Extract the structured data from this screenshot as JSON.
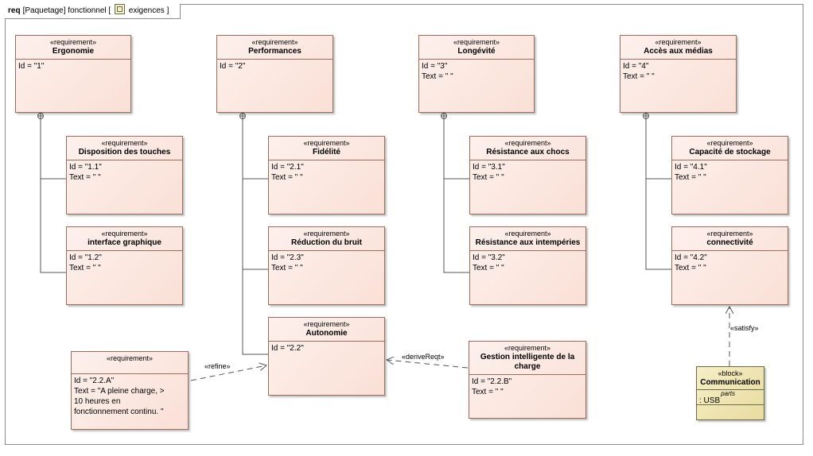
{
  "frame": {
    "kind": "req",
    "path": "[Paquetage] fonctionnel [",
    "name": "exigences",
    "close": "]"
  },
  "requirements": {
    "ergonomie": {
      "stereotype": "«requirement»",
      "name": "Ergonomie",
      "id": "Id = \"1\"",
      "text": ""
    },
    "performances": {
      "stereotype": "«requirement»",
      "name": "Performances",
      "id": "Id = \"2\"",
      "text": ""
    },
    "longevite": {
      "stereotype": "«requirement»",
      "name": "Longévité",
      "id": "Id = \"3\"",
      "text": "Text = \" \""
    },
    "acces_medias": {
      "stereotype": "«requirement»",
      "name": "Accès aux médias",
      "id": "Id = \"4\"",
      "text": "Text = \" \""
    },
    "disposition_touches": {
      "stereotype": "«requirement»",
      "name": "Disposition des touches",
      "id": "Id = \"1.1\"",
      "text": "Text = \" \""
    },
    "interface_graphique": {
      "stereotype": "«requirement»",
      "name": "interface graphique",
      "id": "Id = \"1.2\"",
      "text": "Text = \" \""
    },
    "fidelite": {
      "stereotype": "«requirement»",
      "name": "Fidélité",
      "id": "Id = \"2.1\"",
      "text": "Text = \" \""
    },
    "reduction_bruit": {
      "stereotype": "«requirement»",
      "name": "Réduction du bruit",
      "id": "Id = \"2.3\"",
      "text": "Text = \" \""
    },
    "autonomie": {
      "stereotype": "«requirement»",
      "name": "Autonomie",
      "id": "Id = \"2.2\"",
      "text": ""
    },
    "resistance_chocs": {
      "stereotype": "«requirement»",
      "name": "Résistance aux chocs",
      "id": "Id = \"3.1\"",
      "text": "Text = \" \""
    },
    "resistance_intemperies": {
      "stereotype": "«requirement»",
      "name": "Résistance aux intempéries",
      "id": "Id = \"3.2\"",
      "text": "Text = \" \""
    },
    "capacite_stockage": {
      "stereotype": "«requirement»",
      "name": "Capacité de stockage",
      "id": "Id = \"4.1\"",
      "text": "Text = \" \""
    },
    "connectivite": {
      "stereotype": "«requirement»",
      "name": "connectivité",
      "id": "Id = \"4.2\"",
      "text": "Text = \" \""
    },
    "gestion_charge": {
      "stereotype": "«requirement»",
      "name": "Gestion intelligente de la charge",
      "id": "Id = \"2.2.B\"",
      "text": "Text = \" \""
    },
    "req_2_2_A": {
      "stereotype": "«requirement»",
      "name": "",
      "id": "Id = \"2.2.A\"",
      "text_lines": [
        "Text = \"A pleine charge, >",
        "10 heures en",
        "fonctionnement continu. \""
      ]
    }
  },
  "block": {
    "stereotype": "«block»",
    "name": "Communication",
    "compartment_label": "parts",
    "part": ": USB"
  },
  "relations": {
    "refine": "«refine»",
    "deriveReqt": "«deriveReqt»",
    "satisfy": "«satisfy»"
  },
  "colors": {
    "requirement_fill": "#fae0d6",
    "requirement_border": "#9b6b5b",
    "block_fill": "#e8dca0",
    "block_border": "#6b6b4a",
    "link": "#555555"
  }
}
